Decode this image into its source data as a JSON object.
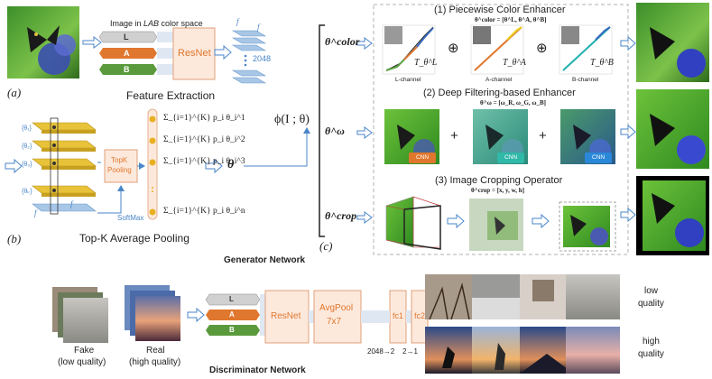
{
  "feature_extraction": {
    "image_caption_prefix": "Image in ",
    "image_caption_em": "LAB",
    "image_caption_suffix": " color space",
    "channels": [
      "L",
      "A",
      "B"
    ],
    "resnet": "ResNet",
    "feature_dim": "2048",
    "f_label": "f",
    "title": "Feature Extraction",
    "panel_label": "(a)"
  },
  "topk": {
    "theta_labels": [
      "{θ₁}",
      "{θ₂}",
      "{θ₃}",
      "{θₖ}"
    ],
    "pooling_label_1": "TopK",
    "pooling_label_2": "Pooling",
    "softmax": "SoftMax",
    "f_label": "f",
    "formulas": [
      "Σ_{i=1}^{K} p_i θ_i^1",
      "Σ_{i=1}^{K} p_i θ_i^2",
      "Σ_{i=1}^{K} p_i θ_i^3",
      "Σ_{i=1}^{K} p_i θ_i^n"
    ],
    "theta_out": "θ",
    "title": "Top-K Average Pooling",
    "panel_label": "(b)"
  },
  "phi_label": "ϕ(I ; θ)",
  "generator": {
    "theta_color": "θ^color",
    "theta_omega": "θ^ω",
    "theta_crop": "θ^crop",
    "panel_label": "(c)",
    "title": "Generator Network",
    "enhancer1_title": "(1) Piecewise Color Enhancer",
    "enhancer1_theta": "θ^color = [θ^L, θ^A, θ^B]",
    "curve_labels": [
      "L-channel",
      "A-channel",
      "B-channel"
    ],
    "curve_T": [
      "T_θ^L",
      "T_θ^A",
      "T_θ^B"
    ],
    "oplus": "⊕",
    "enhancer2_title": "(2) Deep Filtering-based Enhancer",
    "enhancer2_theta": "θ^ω = [ω_R, ω_G, ω_B]",
    "cnn": "CNN",
    "plus": "+",
    "enhancer3_title": "(3) Image Cropping Operator",
    "enhancer3_theta": "θ^crop = [x, y, w, h]"
  },
  "discriminator": {
    "channels": [
      "L",
      "A",
      "B"
    ],
    "resnet": "ResNet",
    "avgpool_1": "AvgPool",
    "avgpool_2": "7x7",
    "fc1": "fc1",
    "fc2": "fc2",
    "dim1": "2048→2",
    "dim2": "2→1",
    "fake_1": "Fake",
    "fake_2": "(low quality)",
    "real_1": "Real",
    "real_2": "(high quality)",
    "low_1": "low",
    "low_2": "quality",
    "high_1": "high",
    "high_2": "quality",
    "title": "Discriminator Network"
  },
  "colors": {
    "orange": "#e0772e",
    "blue": "#4a86c8",
    "green": "#5a9a3c",
    "gold": "#d9a520",
    "resnet_fill": "#fde9dc"
  }
}
